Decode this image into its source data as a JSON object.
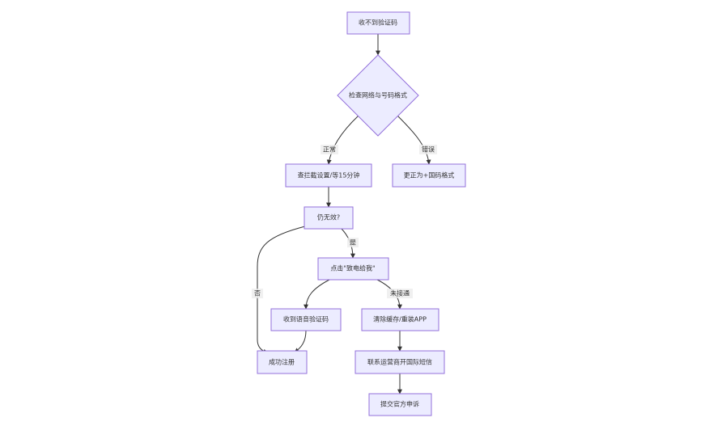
{
  "nodes": {
    "start": "收不到验证码",
    "check": "检查网络与号码格式",
    "fix_format": "更正为+国码格式",
    "check_block": "查拦截设置/等15分钟",
    "still_fail": "仍无效?",
    "call_me": "点击\"致电给我\"",
    "voice_code": "收到语音验证码",
    "clear_cache": "清除缓存/重装APP",
    "success": "成功注册",
    "contact_carrier": "联系运营商开国际短信",
    "appeal": "提交官方申诉"
  },
  "edge_labels": {
    "normal": "正常",
    "error": "错误",
    "yes": "是",
    "no": "否",
    "not_connected": "未接通"
  },
  "colors": {
    "node_fill": "#ECECFF",
    "node_stroke": "#9370DB",
    "edge": "#333333",
    "label_bg": "#ECECEC"
  }
}
